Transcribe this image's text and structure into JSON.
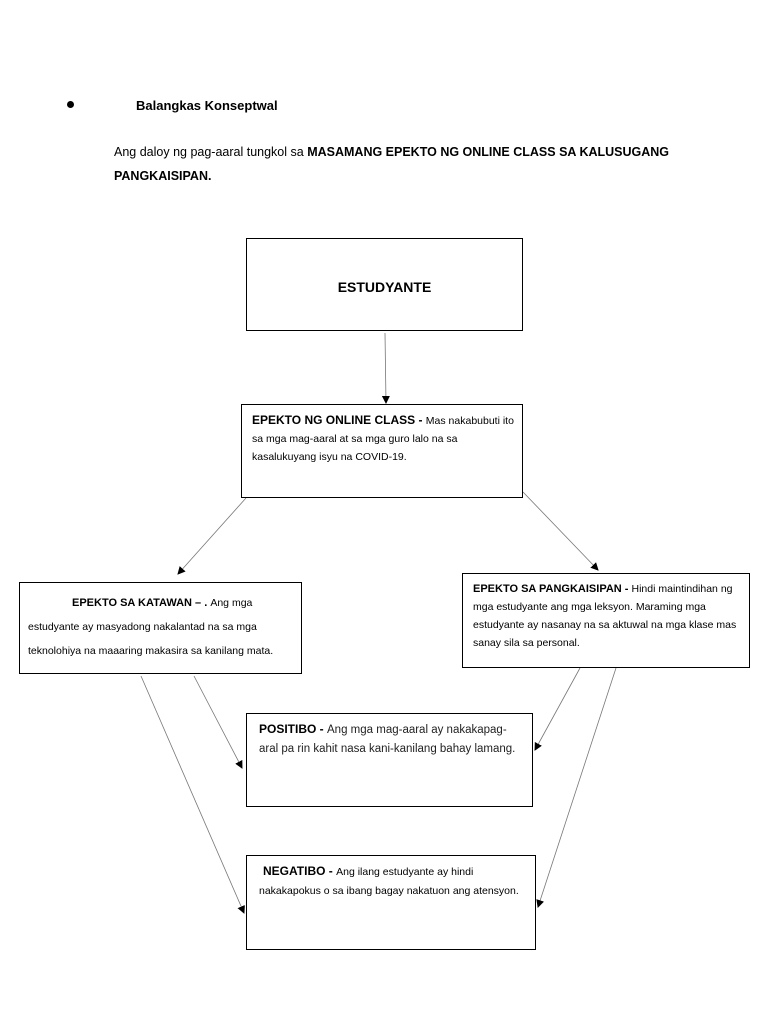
{
  "heading": "Balangkas Konseptwal",
  "intro": {
    "prefix": "Ang daloy ng pag-aaral tungkol sa ",
    "emphasis": "MASAMANG EPEKTO NG ONLINE CLASS SA KALUSUGANG PANGKAISIPAN."
  },
  "nodes": {
    "estudyante": {
      "title": "ESTUDYANTE"
    },
    "online_class": {
      "title": "EPEKTO NG ONLINE CLASS - ",
      "text": "Mas nakabubuti ito sa mga mag-aaral at sa mga guro lalo na sa kasalukuyang isyu na  COVID-19."
    },
    "katawan": {
      "title": "EPEKTO SA KATAWAN – . ",
      "text": "Ang mga estudyante ay masyadong nakalantad na sa mga teknolohiya  na maaaring makasira sa kanilang mata."
    },
    "pangkaisipan": {
      "title": "EPEKTO SA PANGKAISIPAN - ",
      "text": "Hindi maintindihan ng mga estudyante ang mga leksyon. Maraming mga estudyante ay nasanay na sa aktuwal na mga klase mas sanay sila sa personal."
    },
    "positibo": {
      "title": "POSITIBO  - ",
      "text": " Ang mga mag-aaral ay nakakapag-aral pa rin kahit nasa kani-kanilang bahay lamang."
    },
    "negatibo": {
      "title": "NEGATIBO - ",
      "text": " Ang ilang estudyante ay hindi nakakapokus o sa ibang bagay nakatuon ang atensyon."
    }
  }
}
